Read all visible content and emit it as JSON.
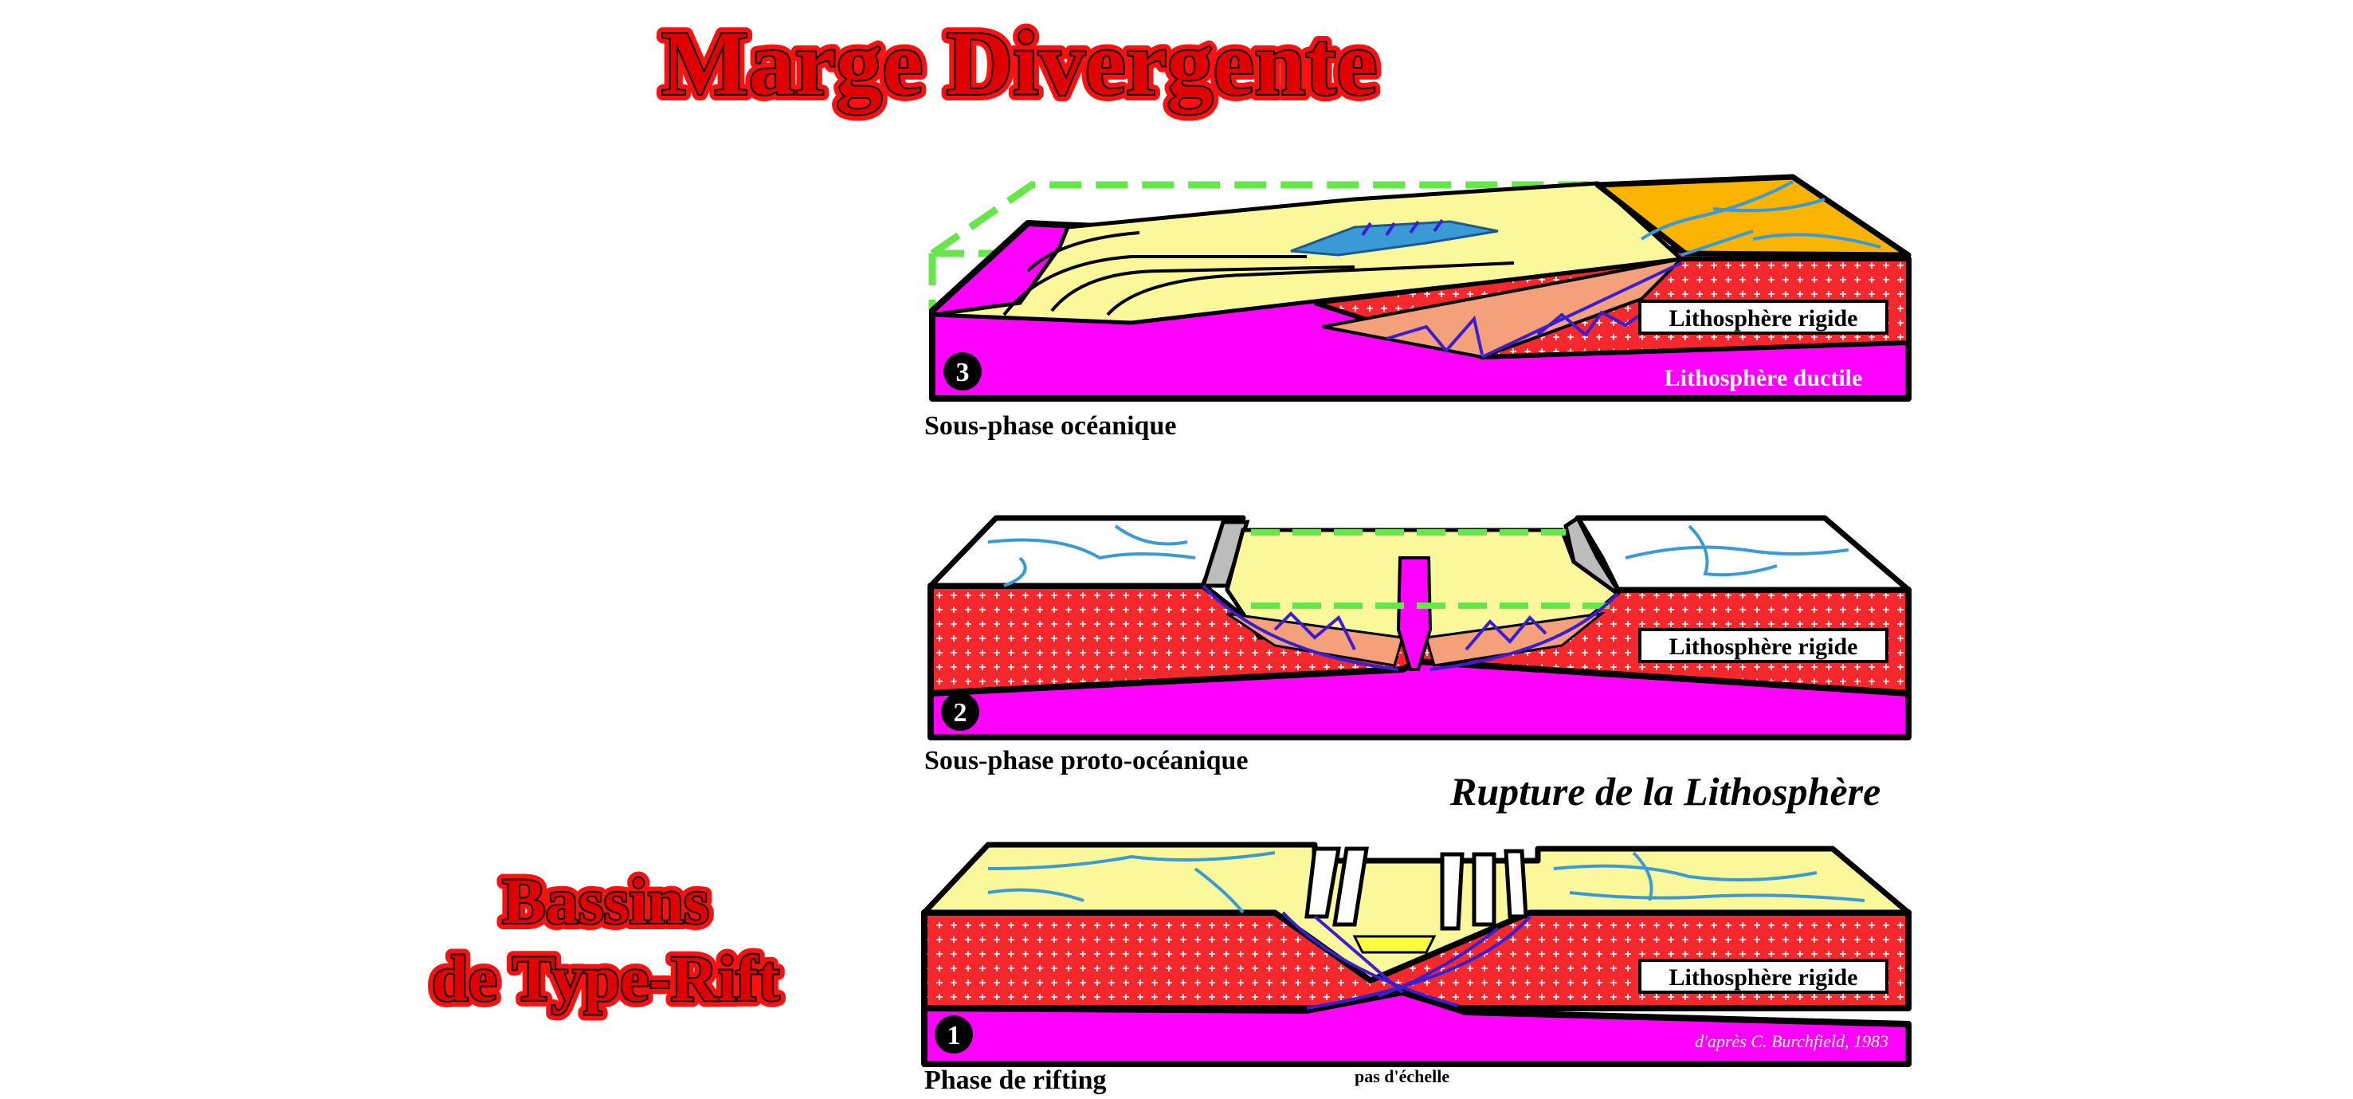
{
  "title": "Marge Divergente",
  "side_title": {
    "line1": "Bassins",
    "line2": "de Type-Rift"
  },
  "rupture_label": "Rupture de la Lithosphère",
  "scale_note": "pas d'échelle",
  "credit": "d'après C. Burchfield, 1983",
  "colors": {
    "rigid_lithosphere": "#f5282e",
    "ductile_lithosphere": "#ff00ff",
    "sediment": "#fbf79b",
    "continent_surface": "#ffffff",
    "continent_orange": "#f8b400",
    "rivers": "#3a9ad6",
    "faults": "#3a1fd0",
    "ocean_outline": "#66e64a",
    "crust_salmon": "#f4a07a",
    "outline": "#000000"
  },
  "panels": [
    {
      "number": "3",
      "caption": "Sous-phase océanique",
      "rigid_label": "Lithosphère rigide",
      "ductile_label": "Lithosphère ductile"
    },
    {
      "number": "2",
      "caption": "Sous-phase proto-océanique",
      "rigid_label": "Lithosphère rigide"
    },
    {
      "number": "1",
      "caption": "Phase de rifting",
      "rigid_label": "Lithosphère rigide"
    }
  ]
}
